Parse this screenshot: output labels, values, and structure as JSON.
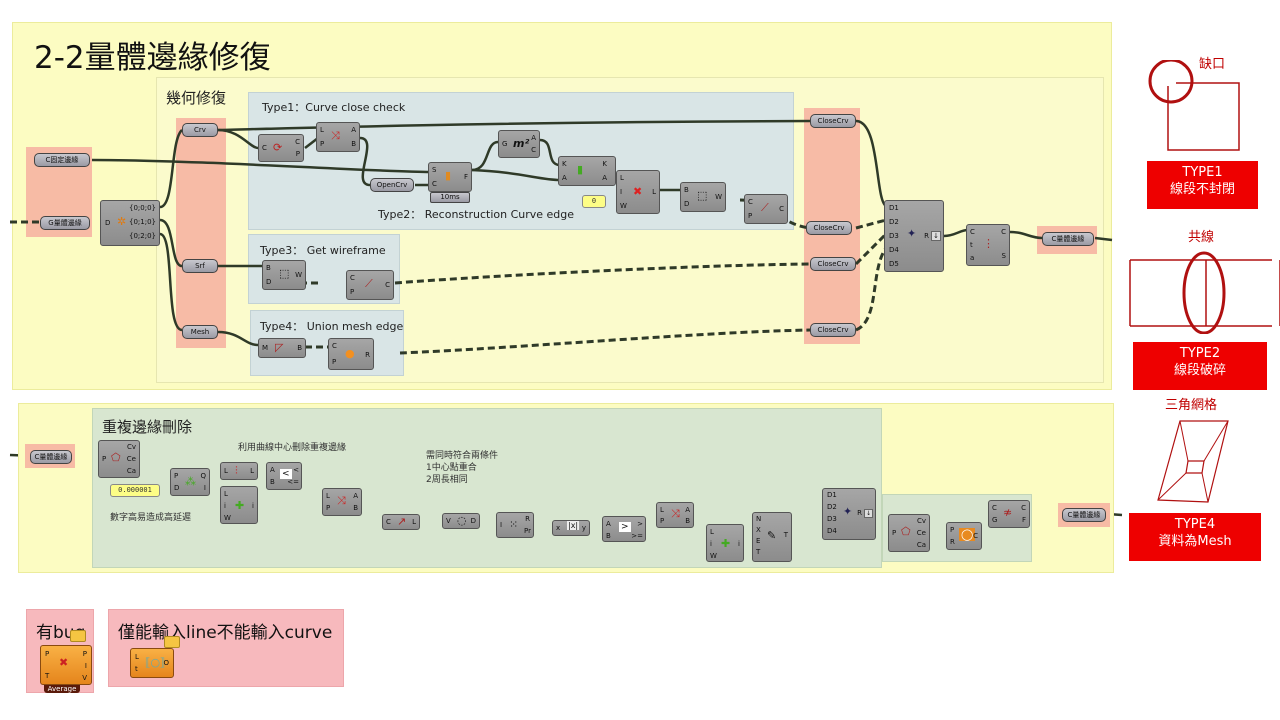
{
  "title": "2-2量體邊緣修復",
  "top_section": {
    "group_title": "幾何修復",
    "type1_label": "Type1：Curve close check",
    "type2_label": "Type2： Reconstruction Curve edge",
    "type3_label": "Type3： Get wireframe",
    "type4_label": "Type4： Union mesh edge",
    "inputs": [
      "C固定邊緣",
      "G量體邊緣"
    ],
    "tree_outputs": [
      "{0;0;0}",
      "{0;1;0}",
      "{0;2;0}"
    ],
    "relay_params": [
      "Crv",
      "Srf",
      "Mesh"
    ],
    "open_crv": "OpenCrv",
    "timer": "10ms",
    "panel_zero": "0",
    "close_params": [
      "CloseCrv",
      "CloseCrv",
      "CloseCrv",
      "CloseCrv"
    ],
    "merge_inputs": [
      "D1",
      "D2",
      "D3",
      "D4",
      "D5"
    ],
    "merge_output": "R",
    "output_param": "C量體邊緣"
  },
  "bottom_section": {
    "group_title": "重複邊緣刪除",
    "input_param": "C量體邊緣",
    "tolerance_panel": "0.000001",
    "note_tolerance": "數字高易造成高延遲",
    "note_center": "利用曲線中心刪除重複邊緣",
    "note_conditions": "需同時符合兩條件\n1中心點重合\n2周長相同",
    "merge_inputs": [
      "D1",
      "D2",
      "D3",
      "D4"
    ],
    "output_param": "C量體邊緣"
  },
  "bug_notes": {
    "note1": "有bug",
    "note1_component_label": "Average",
    "note2": "僅能輸入line不能輸入curve"
  },
  "legend": {
    "type1": {
      "caption": "缺口",
      "label_line1": "TYPE1",
      "label_line2": "線段不封閉"
    },
    "type2": {
      "caption": "共線",
      "label_line1": "TYPE2",
      "label_line2": "線段破碎"
    },
    "type4": {
      "caption": "三角網格",
      "label_line1": "TYPE4",
      "label_line2": "資料為Mesh"
    }
  },
  "colors": {
    "accent_red": "#ee0000",
    "group_yellow": "#fcfcc2",
    "param_salmon": "#f7b7a3"
  }
}
